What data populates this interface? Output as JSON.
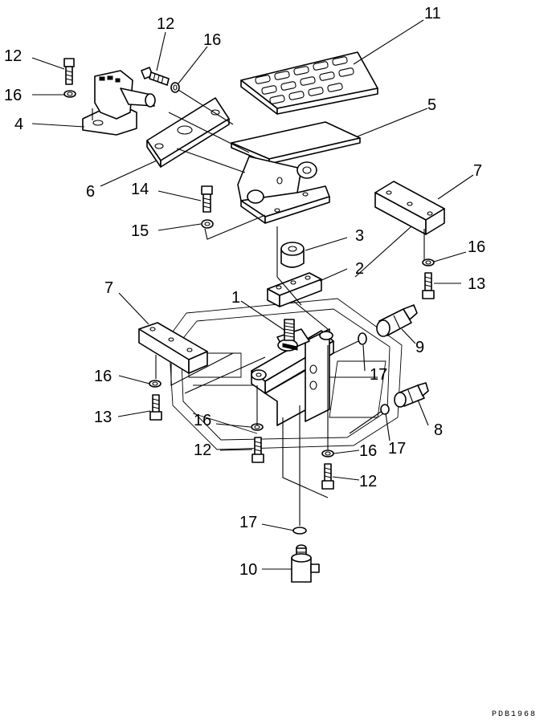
{
  "diagram": {
    "drawing_code": "PDB1968",
    "callouts": {
      "c11": "11",
      "c12_top": "12",
      "c16_top": "16",
      "c12_left": "12",
      "c16_left": "16",
      "c4": "4",
      "c5": "5",
      "c6": "6",
      "c14": "14",
      "c15": "15",
      "c7_right": "7",
      "c3": "3",
      "c2": "2",
      "c16_right": "16",
      "c13_right": "13",
      "c7_left": "7",
      "c1": "1",
      "c9": "9",
      "c17_mid": "17",
      "c16_mid_left": "16",
      "c13_left": "13",
      "c16_bottom": "16",
      "c8": "8",
      "c12_mid": "12",
      "c16_lower": "16",
      "c17_right": "17",
      "c12_lower": "12",
      "c17_bottom": "17",
      "c10": "10"
    }
  }
}
